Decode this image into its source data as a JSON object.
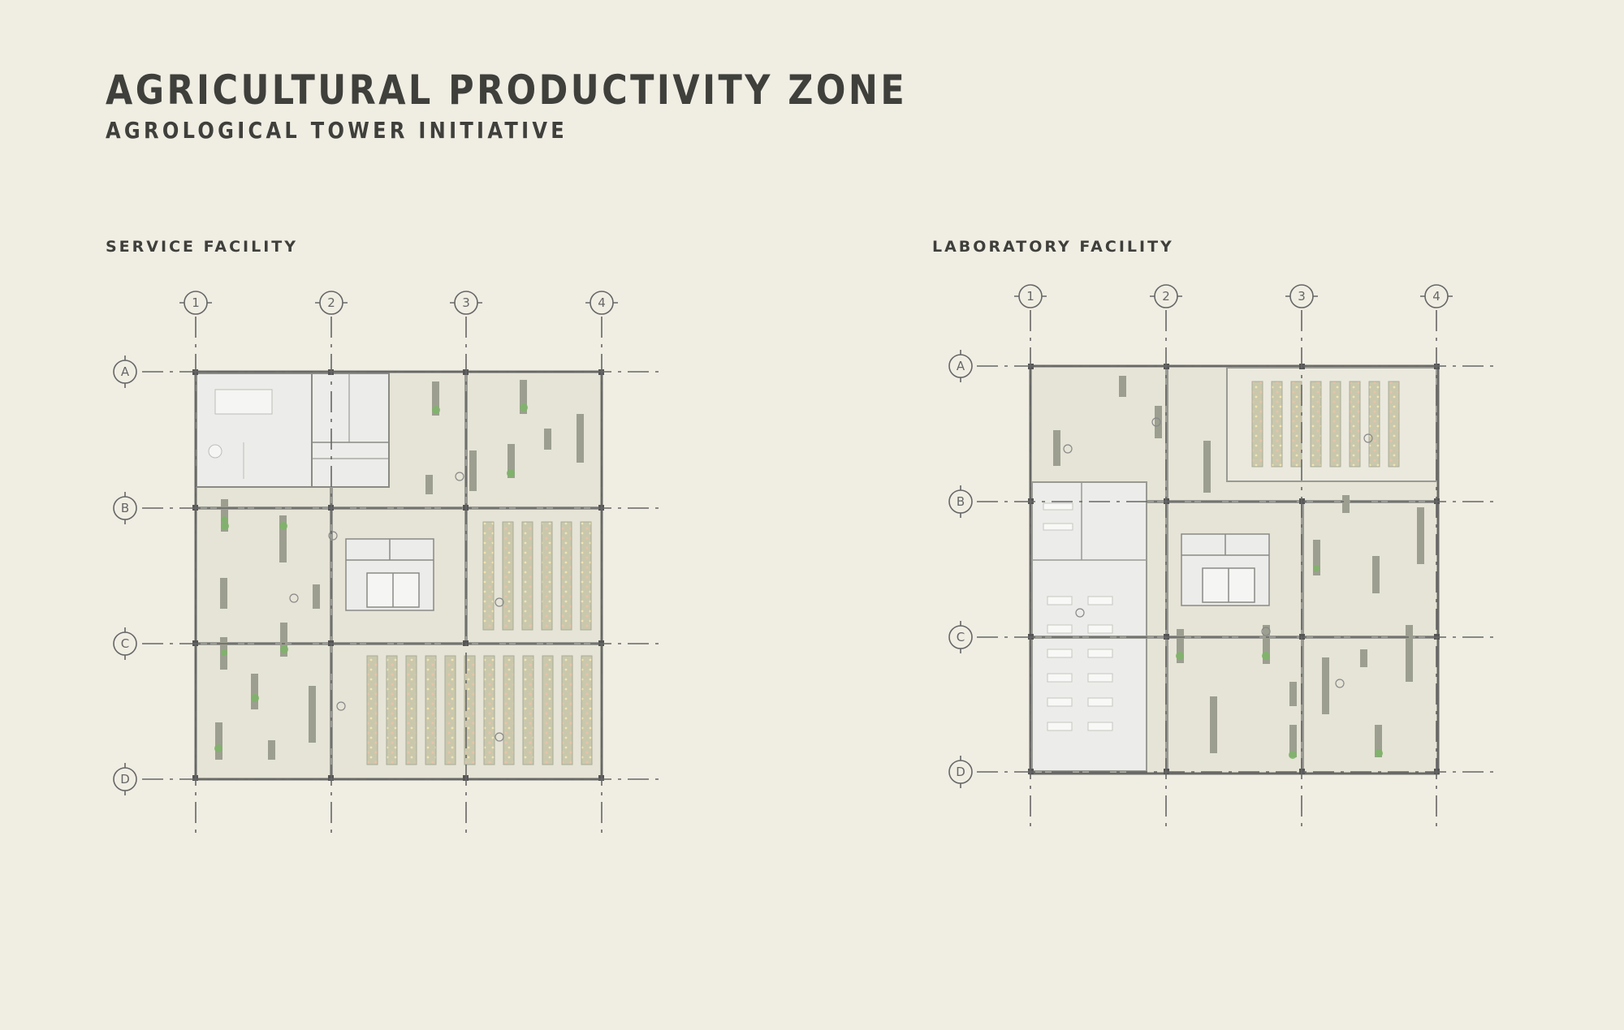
{
  "title": "AGRICULTURAL PRODUCTIVITY ZONE",
  "subtitle": "AGROLOGICAL TOWER INITIATIVE",
  "plans": [
    {
      "label": "SERVICE FACILITY",
      "columns": [
        "1",
        "2",
        "3",
        "4"
      ],
      "rows": [
        "A",
        "B",
        "C",
        "D"
      ]
    },
    {
      "label": "LABORATORY FACILITY",
      "columns": [
        "1",
        "2",
        "3",
        "4"
      ],
      "rows": [
        "A",
        "B",
        "C",
        "D"
      ]
    }
  ],
  "colors": {
    "background": "#f0eee3",
    "floor": "#e6e4d6",
    "wall": "#6a6a66",
    "planter": "#a8ad98",
    "greenery": "#7fb46a",
    "flower": "#e6b9a0",
    "office": "#ececea"
  }
}
